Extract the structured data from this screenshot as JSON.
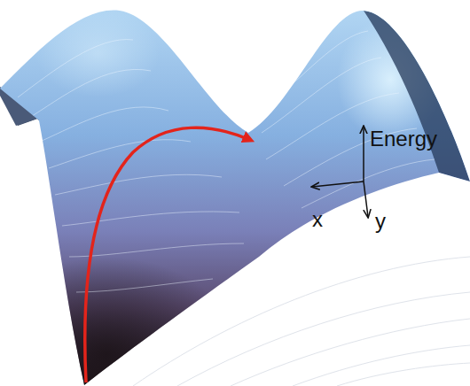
{
  "diagram": {
    "labels": [
      "Energy",
      "x",
      "y"
    ]
  }
}
